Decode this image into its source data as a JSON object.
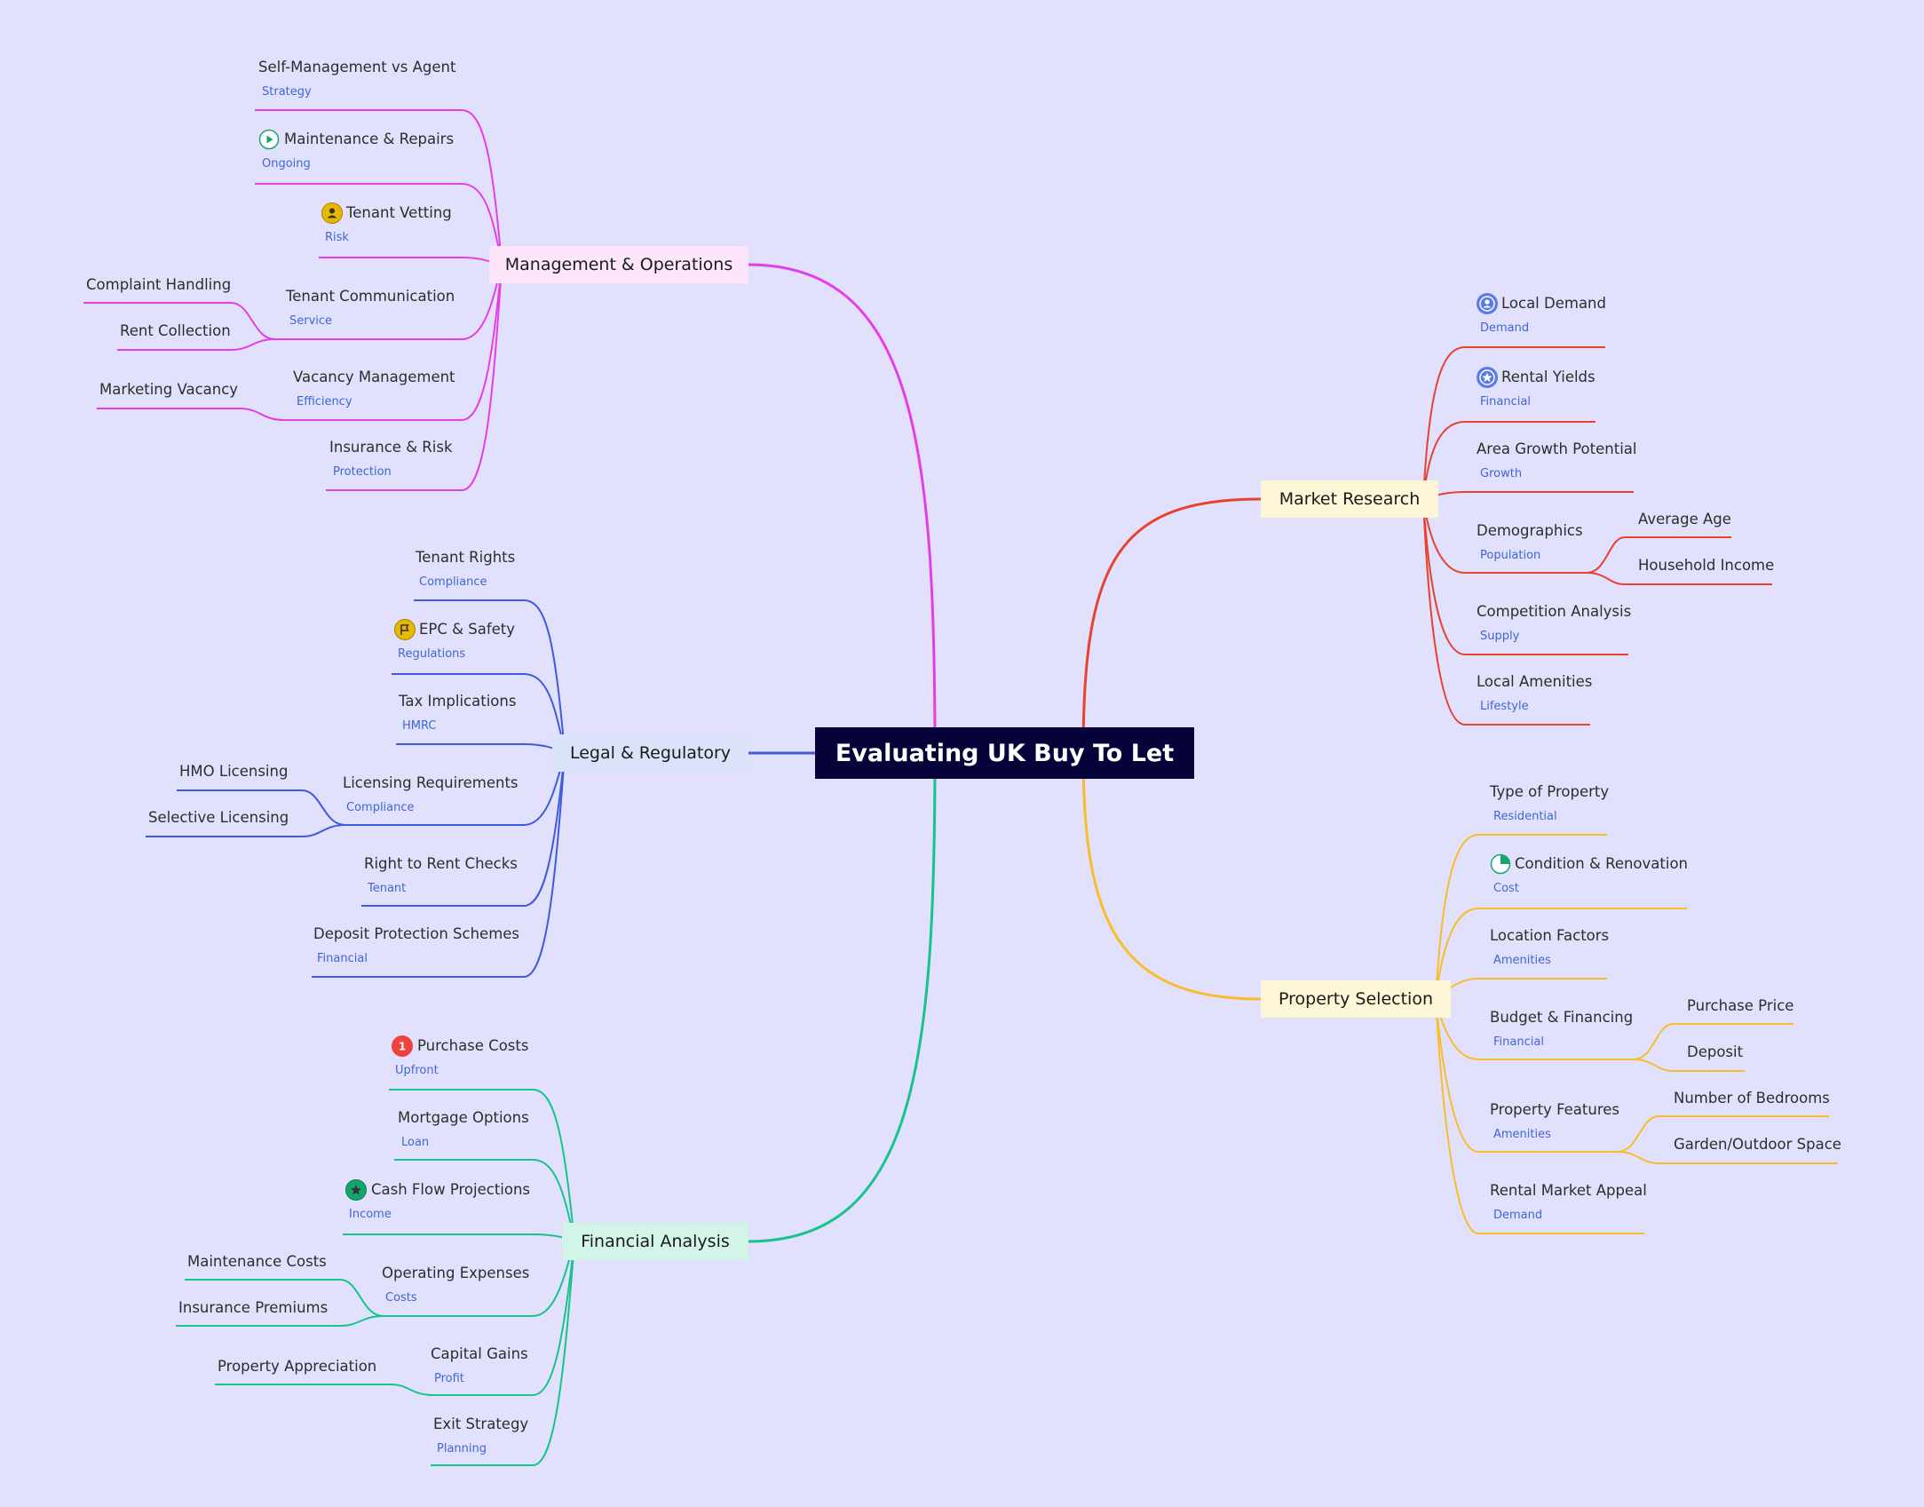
{
  "root": "Evaluating UK Buy To Let",
  "branches": {
    "market": "Market Research",
    "property": "Property Selection",
    "management": "Management & Operations",
    "legal": "Legal & Regulatory",
    "financial": "Financial Analysis"
  },
  "market": {
    "local_demand": {
      "label": "Local Demand",
      "tag": "Demand"
    },
    "rental_yields": {
      "label": "Rental Yields",
      "tag": "Financial"
    },
    "area_growth": {
      "label": "Area Growth Potential",
      "tag": "Growth"
    },
    "demographics": {
      "label": "Demographics",
      "tag": "Population",
      "children": [
        "Average Age",
        "Household Income"
      ]
    },
    "competition": {
      "label": "Competition Analysis",
      "tag": "Supply"
    },
    "amenities": {
      "label": "Local Amenities",
      "tag": "Lifestyle"
    }
  },
  "property": {
    "type": {
      "label": "Type of Property",
      "tag": "Residential"
    },
    "condition": {
      "label": "Condition & Renovation",
      "tag": "Cost"
    },
    "location": {
      "label": "Location Factors",
      "tag": "Amenities"
    },
    "budget": {
      "label": "Budget & Financing",
      "tag": "Financial",
      "children": [
        "Purchase Price",
        "Deposit"
      ]
    },
    "features": {
      "label": "Property Features",
      "tag": "Amenities",
      "children": [
        "Number of Bedrooms",
        "Garden/Outdoor Space"
      ]
    },
    "appeal": {
      "label": "Rental Market Appeal",
      "tag": "Demand"
    }
  },
  "management": {
    "self": {
      "label": "Self-Management vs Agent",
      "tag": "Strategy"
    },
    "maintenance": {
      "label": "Maintenance & Repairs",
      "tag": "Ongoing"
    },
    "vetting": {
      "label": "Tenant Vetting",
      "tag": "Risk"
    },
    "communication": {
      "label": "Tenant Communication",
      "tag": "Service",
      "children": [
        "Complaint Handling",
        "Rent Collection"
      ]
    },
    "vacancy": {
      "label": "Vacancy Management",
      "tag": "Efficiency",
      "children": [
        "Marketing Vacancy"
      ]
    },
    "insurance": {
      "label": "Insurance & Risk",
      "tag": "Protection"
    }
  },
  "legal": {
    "rights": {
      "label": "Tenant Rights",
      "tag": "Compliance"
    },
    "epc": {
      "label": "EPC & Safety",
      "tag": "Regulations"
    },
    "tax": {
      "label": "Tax Implications",
      "tag": "HMRC"
    },
    "licensing": {
      "label": "Licensing Requirements",
      "tag": "Compliance",
      "children": [
        "HMO Licensing",
        "Selective Licensing"
      ]
    },
    "rent_checks": {
      "label": "Right to Rent Checks",
      "tag": "Tenant"
    },
    "deposit": {
      "label": "Deposit Protection Schemes",
      "tag": "Financial"
    }
  },
  "financial": {
    "purchase": {
      "label": "Purchase Costs",
      "tag": "Upfront",
      "badge": "1"
    },
    "mortgage": {
      "label": "Mortgage Options",
      "tag": "Loan"
    },
    "cashflow": {
      "label": "Cash Flow Projections",
      "tag": "Income"
    },
    "opex": {
      "label": "Operating Expenses",
      "tag": "Costs",
      "children": [
        "Maintenance Costs",
        "Insurance Premiums"
      ]
    },
    "capital": {
      "label": "Capital Gains",
      "tag": "Profit",
      "children": [
        "Property Appreciation"
      ]
    },
    "exit": {
      "label": "Exit Strategy",
      "tag": "Planning"
    }
  },
  "colors": {
    "background": "#e1e1fd",
    "root": "#05033a",
    "market": "#e8422f",
    "property": "#f7bd2b",
    "management": "#e63ee6",
    "legal": "#3d5ae0",
    "financial": "#17c48a",
    "tag_text": "#3f66d6"
  },
  "icons": {
    "local_demand": "user-icon",
    "rental_yields": "star-icon",
    "condition": "pie-progress-icon",
    "maintenance": "play-icon",
    "vetting": "user-icon",
    "epc": "flag-icon",
    "purchase": "priority-1-icon",
    "cashflow": "star-icon"
  }
}
